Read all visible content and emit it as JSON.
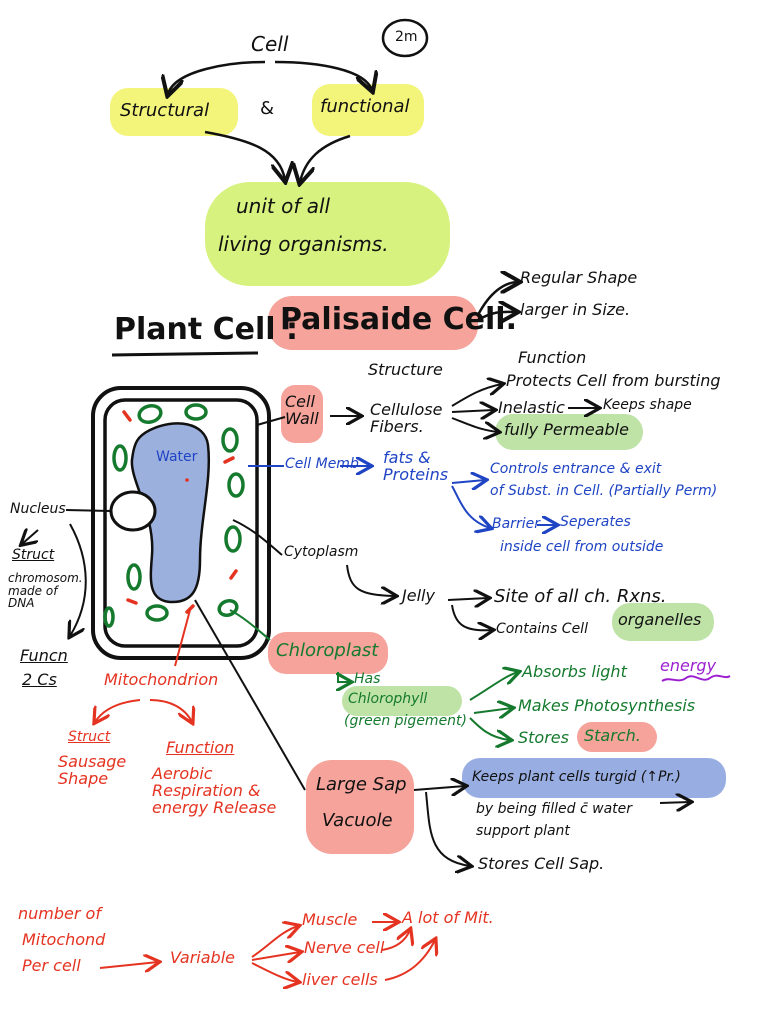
{
  "colors": {
    "ink": "#111111",
    "red": "#e53321",
    "blue": "#1f44c4",
    "green": "#157a2e",
    "purple": "#9b1fd0",
    "highlight_yellow": "#f3f57a",
    "highlight_lime": "#d7f27e",
    "highlight_pink": "#f5a39b",
    "highlight_green": "#bfe3a6",
    "highlight_blue": "#98aee2",
    "vacuole_fill": "#9cb0de"
  },
  "top": {
    "corner_mark": "2m",
    "cell": "Cell",
    "structural": "Structural",
    "and": "&",
    "functional": "functional",
    "unit_line1": "unit of all",
    "unit_line2": "living organisms."
  },
  "plant": {
    "title": "Plant Cell :",
    "palisade": "Palisaide Cell.",
    "regular_shape": "Regular Shape",
    "larger_size": "larger in Size.",
    "structure_heading": "Structure",
    "function_heading": "Function"
  },
  "wall": {
    "label": "Cell Wall",
    "cellulose": "Cellulose Fibers.",
    "protects": "Protects Cell from bursting",
    "inelastic": "Inelastic",
    "keeps_shape": "Keeps shape",
    "permeable": "fully Permeable"
  },
  "membrane": {
    "label": "Cell Memb",
    "fats": "fats & Proteins",
    "controls_line1": "Controls entrance & exit",
    "controls_line2": "of Subst. in Cell. (Partially Perm)",
    "barrier": "Barrier",
    "separates_line1": "Seperates",
    "separates_line2": "inside cell from outside"
  },
  "cell_diagram": {
    "water": "Water"
  },
  "nucleus": {
    "label": "Nucleus",
    "struct": "Struct",
    "chromosome": "chromosom. made of DNA",
    "funcn": "Funcn",
    "two_cs": "2 Cs"
  },
  "cytoplasm": {
    "label": "Cytoplasm",
    "jelly": "Jelly",
    "site": "Site of all ch. Rxns.",
    "contains": "Contains Cell",
    "organelles": "organelles"
  },
  "chloroplast": {
    "label": "Chloroplast",
    "has": "Has",
    "chlorophyll": "Chlorophyll",
    "green_pigment": "(green pigement)",
    "absorbs": "Absorbs light",
    "energy": "energy",
    "makes": "Makes Photosynthesis",
    "stores": "Stores",
    "starch": "Starch."
  },
  "mitochondrion": {
    "label": "Mitochondrion",
    "struct": "Struct",
    "sausage": "Sausage Shape",
    "function": "Function",
    "aerobic": "Aerobic Respiration & energy Release"
  },
  "vacuole": {
    "label_line1": "Large Sap",
    "label_line2": "Vacuole",
    "turgid": "Keeps plant cells turgid (↑Pr.)",
    "filled_line1": "by being filled c̄ water",
    "filled_line2": "support plant",
    "stores": "Stores Cell Sap."
  },
  "mito_count": {
    "number_line1": "number of",
    "number_line2": "Mitochond",
    "number_line3": "Per cell",
    "variable": "Variable",
    "muscle": "Muscle",
    "lot": "A lot of Mit.",
    "nerve": "Nerve cell",
    "liver": "liver cells"
  }
}
